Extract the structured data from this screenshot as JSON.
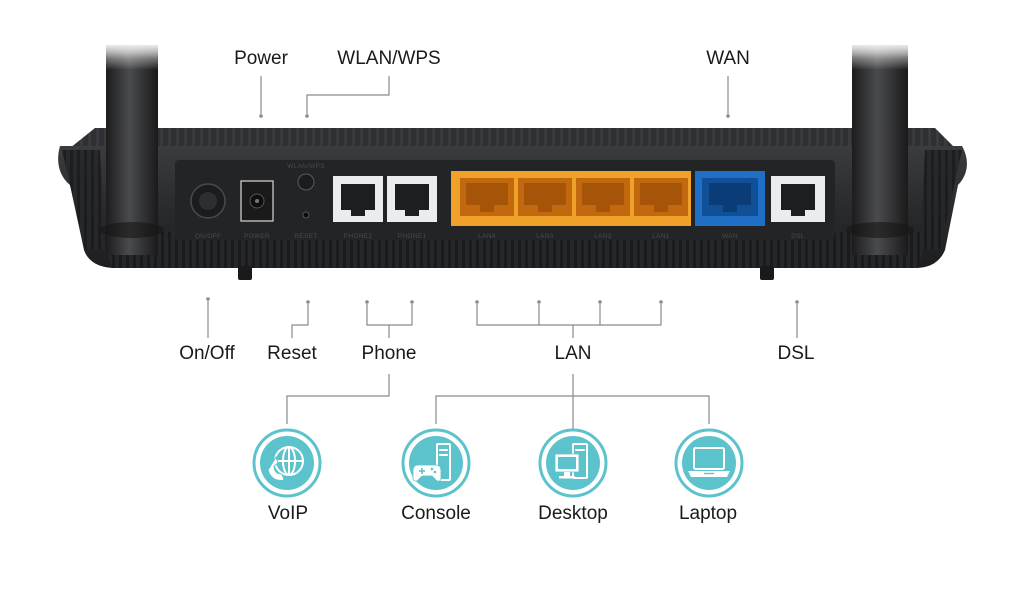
{
  "callouts": {
    "power": "Power",
    "wlan_wps": "WLAN/WPS",
    "wan": "WAN",
    "on_off": "On/Off",
    "reset": "Reset",
    "phone": "Phone",
    "lan": "LAN",
    "dsl": "DSL"
  },
  "devices": [
    {
      "label": "VoIP",
      "icon": "globe-phone-icon"
    },
    {
      "label": "Console",
      "icon": "gamepad-icon"
    },
    {
      "label": "Desktop",
      "icon": "desktop-icon"
    },
    {
      "label": "Laptop",
      "icon": "laptop-icon"
    }
  ],
  "port_labels": {
    "on_off": "ON/OFF",
    "power": "POWER",
    "reset": "RESET",
    "wlan_wps": "WLAN/WPS",
    "phone2": "PHONE2",
    "phone1": "PHONE1",
    "lan4": "LAN4",
    "lan3": "LAN3",
    "lan2": "LAN2",
    "lan1": "LAN1",
    "wan": "WAN",
    "dsl": "DSL"
  },
  "colors": {
    "router_body": "#2a2b2d",
    "lan_ports": "#f0a12a",
    "wan_port": "#1f6fc6",
    "phone_ports": "#e9edf0",
    "icon_accent": "#5cc3cc",
    "leader_lines": "#8a8a8a"
  }
}
